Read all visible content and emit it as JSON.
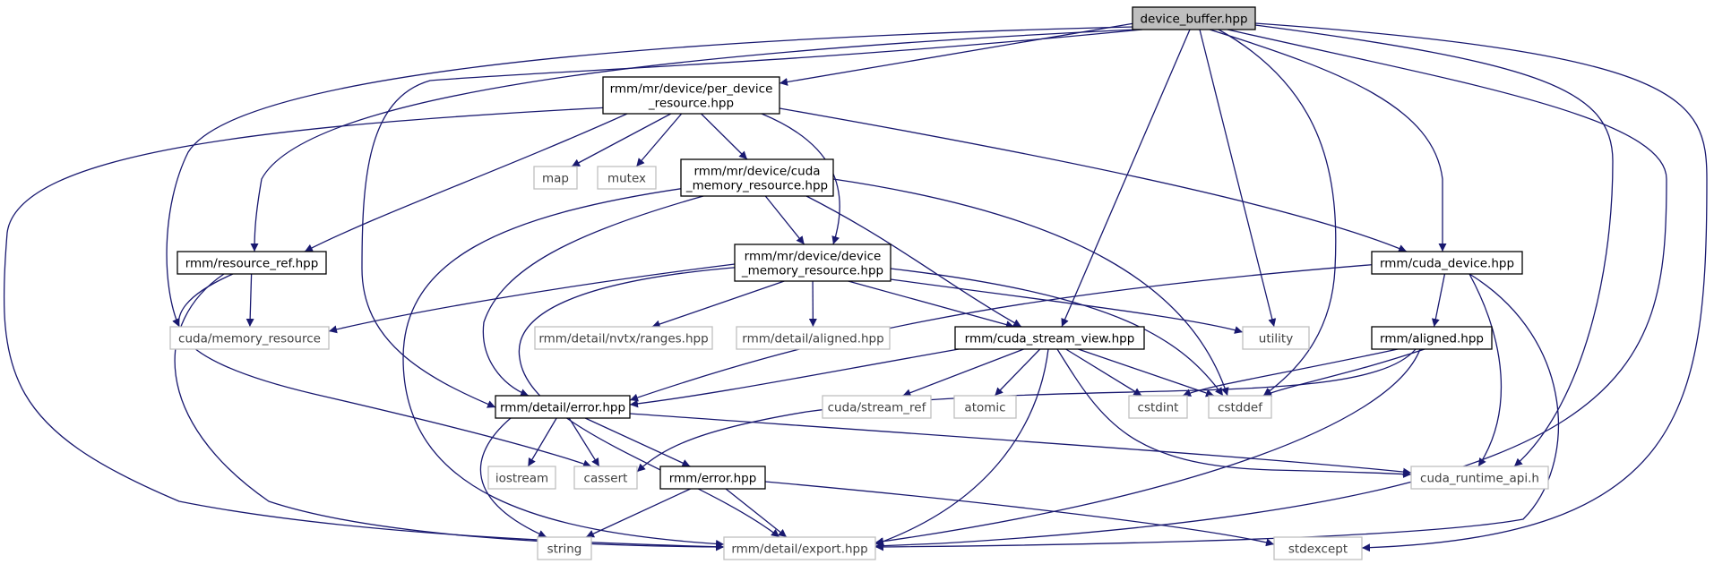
{
  "diagram": {
    "title": "",
    "colors": {
      "edge": "#191970",
      "root_fill": "#bfbfbf",
      "project_border": "#000000",
      "external_border": "#bfbfbf",
      "external_text": "#404040"
    },
    "nodes": [
      {
        "id": "device_buffer",
        "kind": "root",
        "lines": [
          "device_buffer.hpp"
        ]
      },
      {
        "id": "per_device",
        "kind": "project",
        "lines": [
          "rmm/mr/device/per_device",
          "_resource.hpp"
        ]
      },
      {
        "id": "map",
        "kind": "external",
        "lines": [
          "map"
        ]
      },
      {
        "id": "mutex",
        "kind": "external",
        "lines": [
          "mutex"
        ]
      },
      {
        "id": "cuda_mr",
        "kind": "project",
        "lines": [
          "rmm/mr/device/cuda",
          "_memory_resource.hpp"
        ]
      },
      {
        "id": "resource_ref",
        "kind": "project",
        "lines": [
          "rmm/resource_ref.hpp"
        ]
      },
      {
        "id": "device_mr",
        "kind": "project",
        "lines": [
          "rmm/mr/device/device",
          "_memory_resource.hpp"
        ]
      },
      {
        "id": "cuda_device",
        "kind": "project",
        "lines": [
          "rmm/cuda_device.hpp"
        ]
      },
      {
        "id": "cuda_memres",
        "kind": "external",
        "lines": [
          "cuda/memory_resource"
        ]
      },
      {
        "id": "nvtx",
        "kind": "external",
        "lines": [
          "rmm/detail/nvtx/ranges.hpp"
        ]
      },
      {
        "id": "detail_aligned",
        "kind": "external",
        "lines": [
          "rmm/detail/aligned.hpp"
        ]
      },
      {
        "id": "stream_view",
        "kind": "project",
        "lines": [
          "rmm/cuda_stream_view.hpp"
        ]
      },
      {
        "id": "utility",
        "kind": "external",
        "lines": [
          "utility"
        ]
      },
      {
        "id": "rmm_aligned",
        "kind": "project",
        "lines": [
          "rmm/aligned.hpp"
        ]
      },
      {
        "id": "error_detail",
        "kind": "project",
        "lines": [
          "rmm/detail/error.hpp"
        ]
      },
      {
        "id": "stream_ref",
        "kind": "external",
        "lines": [
          "cuda/stream_ref"
        ]
      },
      {
        "id": "atomic",
        "kind": "external",
        "lines": [
          "atomic"
        ]
      },
      {
        "id": "cstdint",
        "kind": "external",
        "lines": [
          "cstdint"
        ]
      },
      {
        "id": "cstddef",
        "kind": "external",
        "lines": [
          "cstddef"
        ]
      },
      {
        "id": "iostream",
        "kind": "external",
        "lines": [
          "iostream"
        ]
      },
      {
        "id": "cassert",
        "kind": "external",
        "lines": [
          "cassert"
        ]
      },
      {
        "id": "rmm_error",
        "kind": "project",
        "lines": [
          "rmm/error.hpp"
        ]
      },
      {
        "id": "runtime_api",
        "kind": "external",
        "lines": [
          "cuda_runtime_api.h"
        ]
      },
      {
        "id": "string",
        "kind": "external",
        "lines": [
          "string"
        ]
      },
      {
        "id": "export",
        "kind": "external",
        "lines": [
          "rmm/detail/export.hpp"
        ]
      },
      {
        "id": "stdexcept",
        "kind": "external",
        "lines": [
          "stdexcept"
        ]
      }
    ],
    "edges": [
      {
        "from": "device_buffer",
        "to": "per_device"
      },
      {
        "from": "device_buffer",
        "to": "resource_ref"
      },
      {
        "from": "device_buffer",
        "to": "cuda_memres"
      },
      {
        "from": "device_buffer",
        "to": "error_detail"
      },
      {
        "from": "device_buffer",
        "to": "cuda_device"
      },
      {
        "from": "device_buffer",
        "to": "stream_view"
      },
      {
        "from": "device_buffer",
        "to": "utility"
      },
      {
        "from": "device_buffer",
        "to": "cstddef"
      },
      {
        "from": "device_buffer",
        "to": "runtime_api"
      },
      {
        "from": "device_buffer",
        "to": "export"
      },
      {
        "from": "device_buffer",
        "to": "stdexcept"
      },
      {
        "from": "per_device",
        "to": "map"
      },
      {
        "from": "per_device",
        "to": "mutex"
      },
      {
        "from": "per_device",
        "to": "cuda_mr"
      },
      {
        "from": "per_device",
        "to": "resource_ref"
      },
      {
        "from": "per_device",
        "to": "device_mr"
      },
      {
        "from": "per_device",
        "to": "cuda_device"
      },
      {
        "from": "per_device",
        "to": "export"
      },
      {
        "from": "cuda_mr",
        "to": "device_mr"
      },
      {
        "from": "cuda_mr",
        "to": "stream_view"
      },
      {
        "from": "cuda_mr",
        "to": "error_detail"
      },
      {
        "from": "cuda_mr",
        "to": "cstddef"
      },
      {
        "from": "cuda_mr",
        "to": "export"
      },
      {
        "from": "resource_ref",
        "to": "cuda_memres"
      },
      {
        "from": "resource_ref",
        "to": "cassert"
      },
      {
        "from": "resource_ref",
        "to": "export"
      },
      {
        "from": "device_mr",
        "to": "cuda_memres"
      },
      {
        "from": "device_mr",
        "to": "nvtx"
      },
      {
        "from": "device_mr",
        "to": "detail_aligned"
      },
      {
        "from": "device_mr",
        "to": "stream_view"
      },
      {
        "from": "device_mr",
        "to": "utility"
      },
      {
        "from": "device_mr",
        "to": "cstddef"
      },
      {
        "from": "device_mr",
        "to": "export"
      },
      {
        "from": "cuda_device",
        "to": "error_detail"
      },
      {
        "from": "cuda_device",
        "to": "rmm_aligned"
      },
      {
        "from": "cuda_device",
        "to": "runtime_api"
      },
      {
        "from": "cuda_device",
        "to": "export"
      },
      {
        "from": "stream_view",
        "to": "error_detail"
      },
      {
        "from": "stream_view",
        "to": "stream_ref"
      },
      {
        "from": "stream_view",
        "to": "atomic"
      },
      {
        "from": "stream_view",
        "to": "cstdint"
      },
      {
        "from": "stream_view",
        "to": "cstddef"
      },
      {
        "from": "stream_view",
        "to": "runtime_api"
      },
      {
        "from": "stream_view",
        "to": "export"
      },
      {
        "from": "rmm_aligned",
        "to": "cstdint"
      },
      {
        "from": "rmm_aligned",
        "to": "cstddef"
      },
      {
        "from": "rmm_aligned",
        "to": "cassert"
      },
      {
        "from": "rmm_aligned",
        "to": "export"
      },
      {
        "from": "error_detail",
        "to": "iostream"
      },
      {
        "from": "error_detail",
        "to": "cassert"
      },
      {
        "from": "error_detail",
        "to": "rmm_error"
      },
      {
        "from": "error_detail",
        "to": "runtime_api"
      },
      {
        "from": "error_detail",
        "to": "string"
      },
      {
        "from": "rmm_error",
        "to": "string"
      },
      {
        "from": "rmm_error",
        "to": "export"
      },
      {
        "from": "rmm_error",
        "to": "stdexcept"
      }
    ]
  }
}
